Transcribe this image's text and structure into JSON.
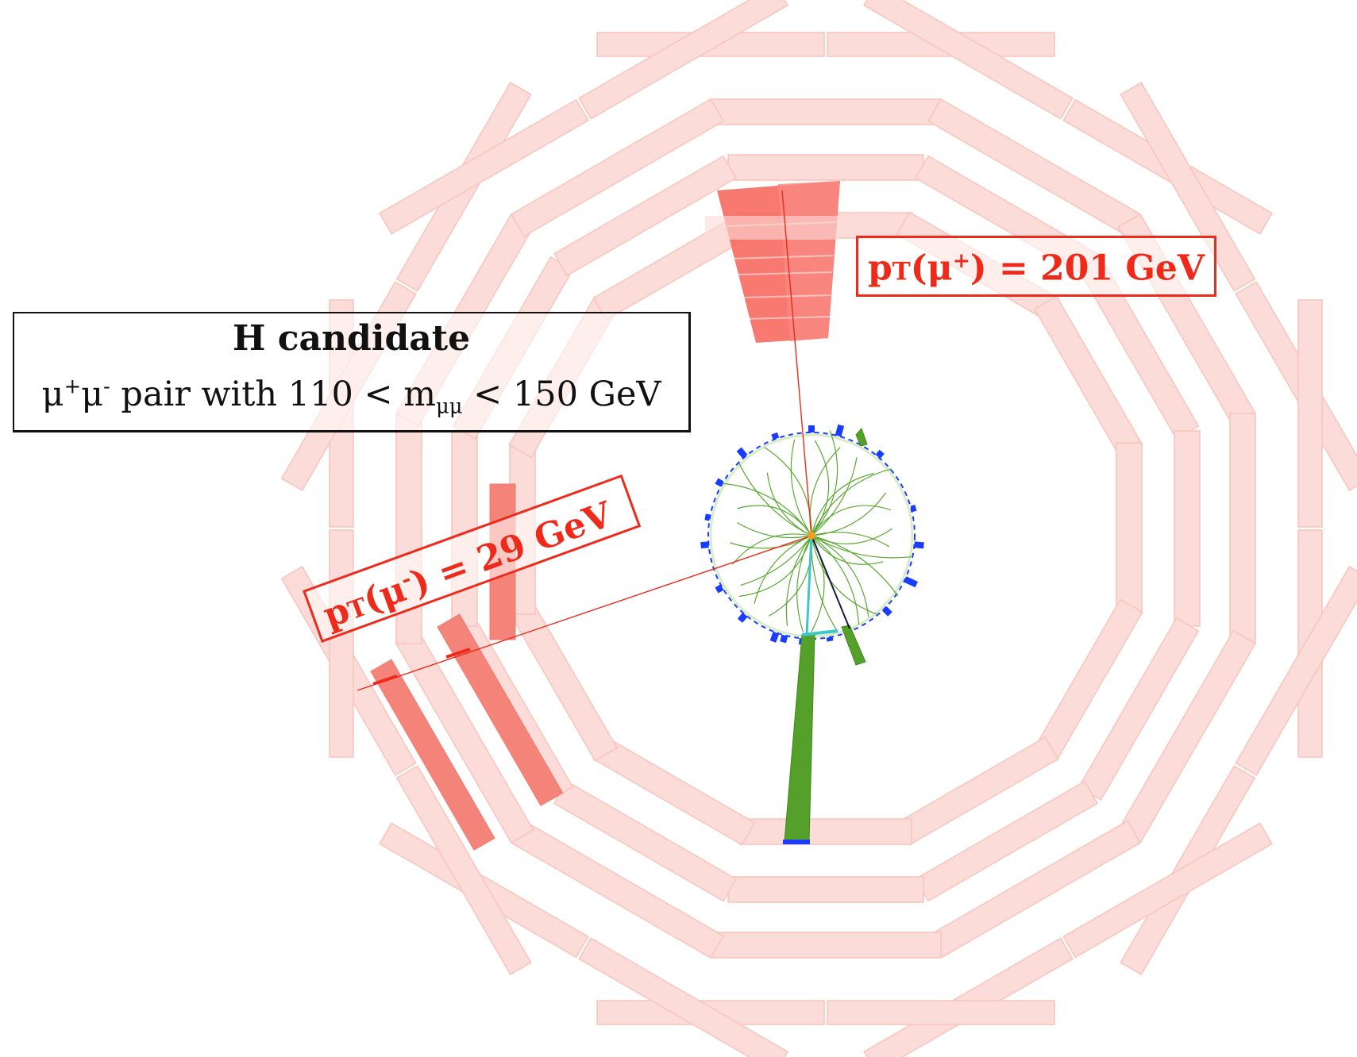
{
  "legend": {
    "title": "H candidate",
    "desc_mu1": "μ",
    "desc_plus": "+",
    "desc_mu2": "μ",
    "desc_minus": "-",
    "desc_mid": " pair with 110 < m",
    "desc_sub": "μμ",
    "desc_end": " < 150 GeV"
  },
  "labels": {
    "mu_plus": {
      "p": "p",
      "t": "T",
      "open": "(μ",
      "charge": "+",
      "close": ") = 201 GeV"
    },
    "mu_minus": {
      "p": "p",
      "t": "T",
      "open": "(μ",
      "charge": "-",
      "close": ") = 29 GeV"
    }
  },
  "colors": {
    "chamber": "#fcdcd8",
    "hit_chamber": "#f4847a",
    "muon": "#ee2a1a",
    "track": "#5aa832",
    "ecal": "#1a3cff"
  }
}
